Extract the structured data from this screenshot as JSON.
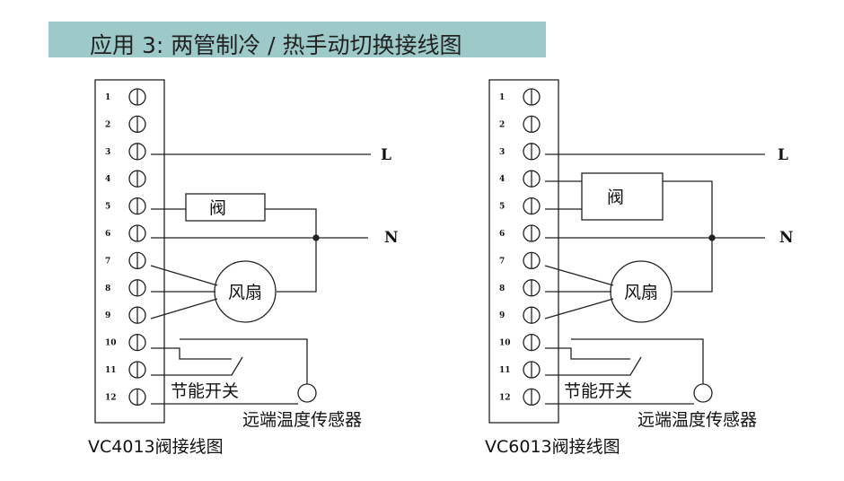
{
  "title": "应用 3: 两管制冷 / 热手动切换接线图",
  "diagrams": [
    {
      "terminals": [
        "1",
        "2",
        "3",
        "4",
        "5",
        "6",
        "7",
        "8",
        "9",
        "10",
        "11",
        "12"
      ],
      "line_label": "L",
      "neutral_label": "N",
      "valve_label": "阀",
      "fan_label": "风扇",
      "switch_label": "节能开关",
      "sensor_label": "远端温度传感器",
      "caption": "VC4013阀接线图"
    },
    {
      "terminals": [
        "1",
        "2",
        "3",
        "4",
        "5",
        "6",
        "7",
        "8",
        "9",
        "10",
        "11",
        "12"
      ],
      "line_label": "L",
      "neutral_label": "N",
      "valve_label": "阀",
      "fan_label": "风扇",
      "switch_label": "节能开关",
      "sensor_label": "远端温度传感器",
      "caption": "VC6013阀接线图"
    }
  ]
}
